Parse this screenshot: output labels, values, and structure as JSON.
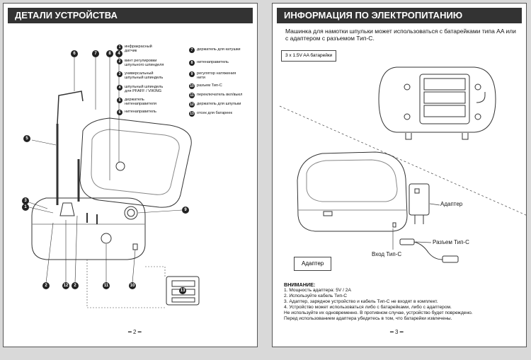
{
  "left_page": {
    "title": "ДЕТАЛИ УСТРОЙСТВА",
    "page_number": "━ 2 ━",
    "legend": [
      {
        "num": "1",
        "text": "инфракрасный\nдатчик"
      },
      {
        "num": "2",
        "text": "винт регулировки\nшпульного шпинделя"
      },
      {
        "num": "3",
        "text": "универсальный\nшпульный шпиндель"
      },
      {
        "num": "4",
        "text": "шпульный шпиндель\nдля PFAFF / VIKING"
      },
      {
        "num": "5",
        "text": "держатель\nнитенаправителя"
      },
      {
        "num": "6",
        "text": "нитенаправитель"
      },
      {
        "num": "7",
        "text": "держатель для катушки"
      },
      {
        "num": "8",
        "text": "нитенаправитель"
      },
      {
        "num": "9",
        "text": "регулятор натяжения\nнити"
      },
      {
        "num": "10",
        "text": "разъем Тип-С"
      },
      {
        "num": "11",
        "text": "переключатель вкл/выкл"
      },
      {
        "num": "12",
        "text": "держатель для шпульки"
      },
      {
        "num": "13",
        "text": "отсек для батареек"
      }
    ],
    "callouts": [
      "1",
      "2",
      "3",
      "4",
      "5",
      "6",
      "7",
      "8",
      "9",
      "10",
      "11",
      "12",
      "13"
    ]
  },
  "right_page": {
    "title": "ИНФОРМАЦИЯ ПО ЭЛЕКТРОПИТАНИЮ",
    "page_number": "━ 3 ━",
    "intro": "Машинка для намотки шпульки может использоваться с батарейками типа AA или с адаптером с разъемом Тип-С.",
    "battery_label": "3 x 1.5V AA батарейки",
    "adapter_box": "Адаптер",
    "label_adapter": "Адаптер",
    "label_connector": "Разъем Тип-С",
    "label_input": "Вход Тип-С",
    "warning_title": "ВНИМАНИЕ:",
    "warnings": [
      "1. Мощность адаптера: 5V / 2A",
      "2. Используйте кабель Тип-С",
      "3. Адаптер, зарядное устройство и кабель Тип-С не входят в комплект.",
      "4. Устройство может использоваться либо с батарейками, либо с адаптером.",
      "Не используйте их одновременно. В противном случае, устройство будет повреждено.",
      "Перед использованием адаптера убедитесь в том, что батарейки извлечены."
    ]
  }
}
